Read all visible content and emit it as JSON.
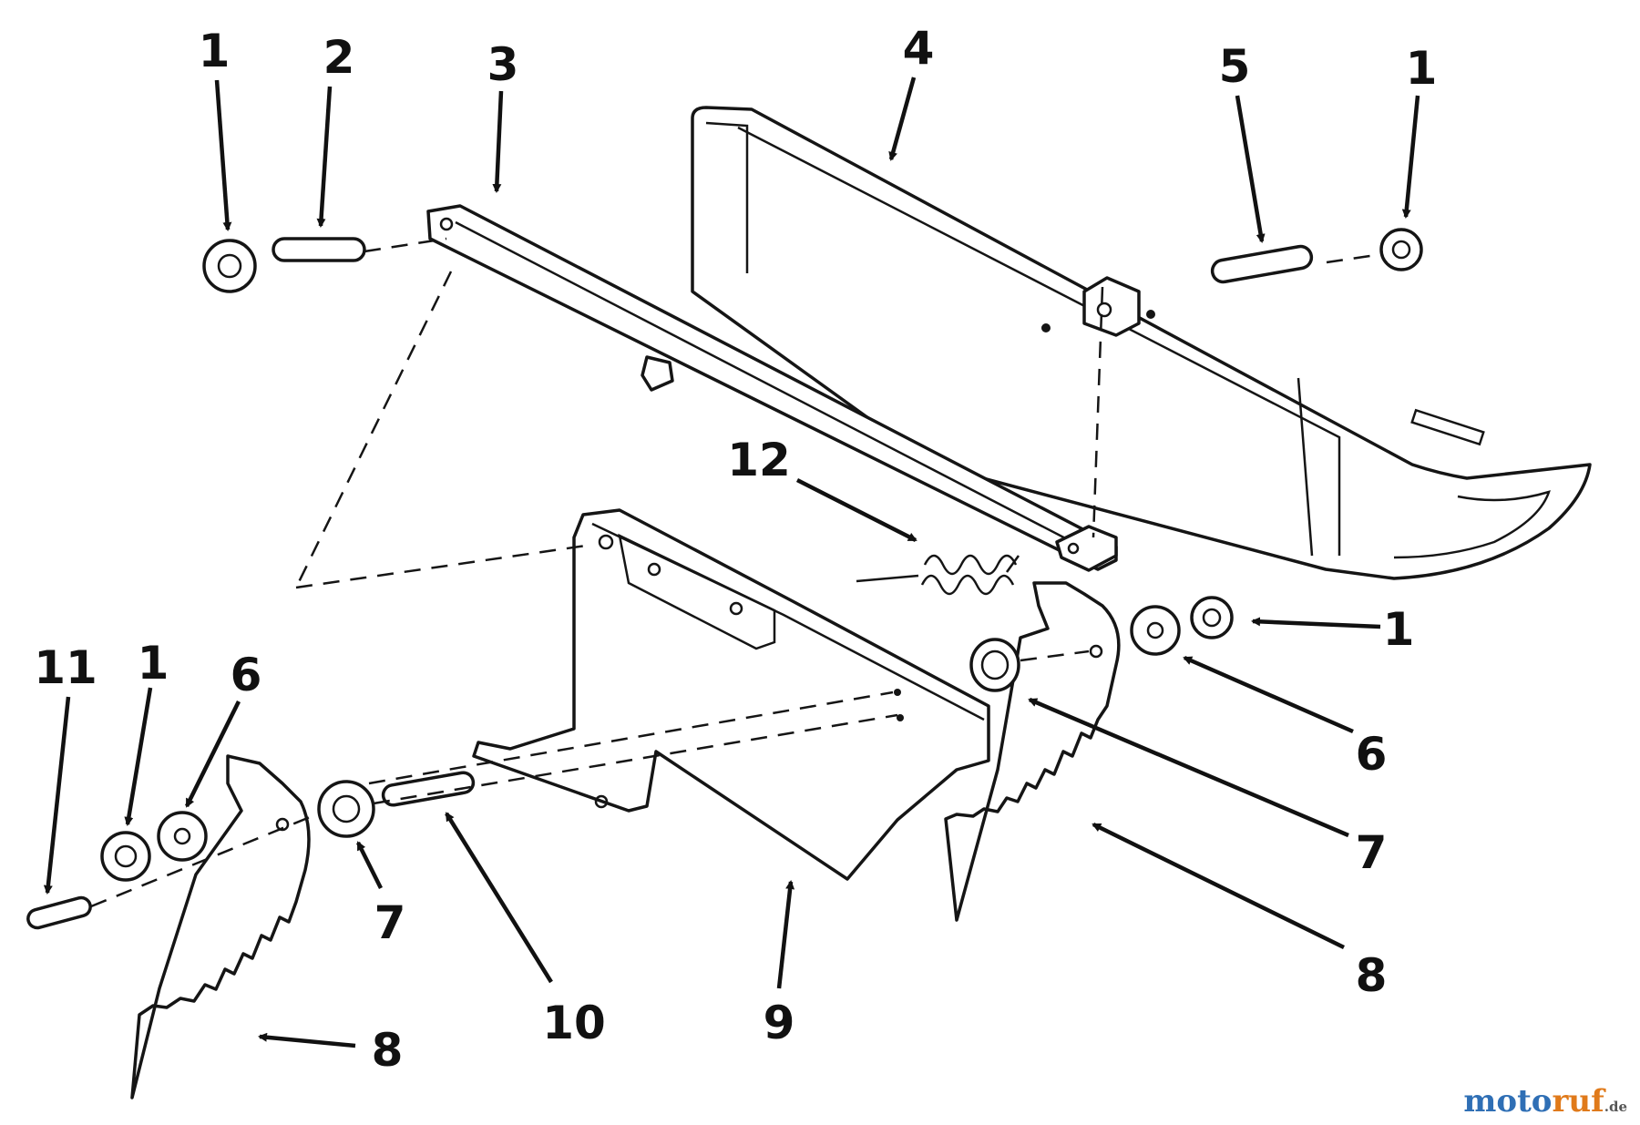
{
  "labels": {
    "l1a": "1",
    "l2": "2",
    "l3": "3",
    "l4": "4",
    "l5": "5",
    "l1b": "1",
    "l12": "12",
    "l1c": "1",
    "l6a": "6",
    "l7a": "7",
    "l8a": "8",
    "l11": "11",
    "l1d": "1",
    "l6b": "6",
    "l7b": "7",
    "l10": "10",
    "l9": "9",
    "l8b": "8"
  },
  "watermark": {
    "brand_a": "moto",
    "brand_b": "ruf",
    "suffix": ".de"
  },
  "colors": {
    "line": "#151515",
    "brand_blue": "#2f6fb5",
    "brand_orange": "#e07a1a"
  }
}
